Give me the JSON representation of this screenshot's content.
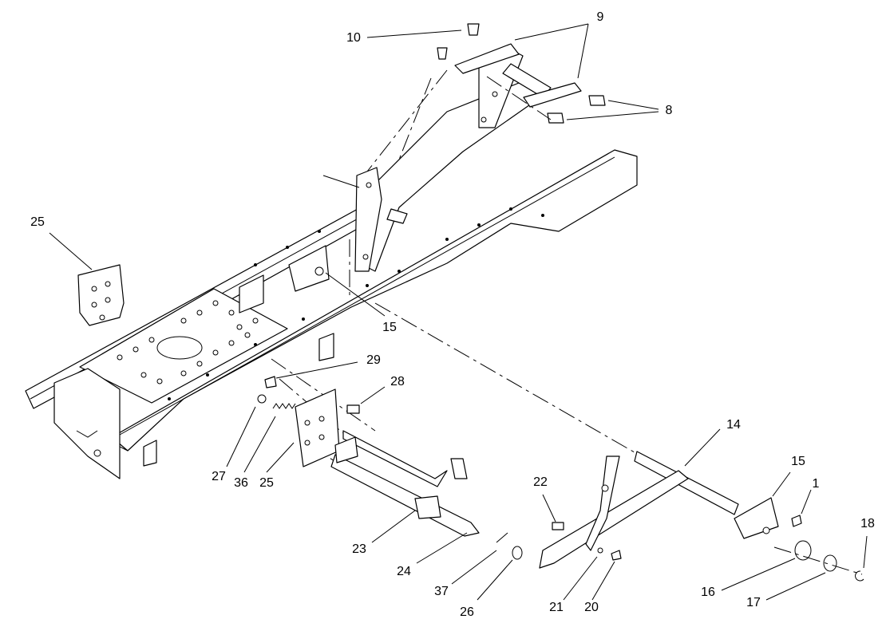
{
  "callouts": [
    "10",
    "9",
    "8",
    "25",
    "15",
    "29",
    "28",
    "27",
    "36",
    "25",
    "23",
    "24",
    "37",
    "26",
    "22",
    "21",
    "20",
    "14",
    "15",
    "1",
    "18",
    "16",
    "17"
  ]
}
